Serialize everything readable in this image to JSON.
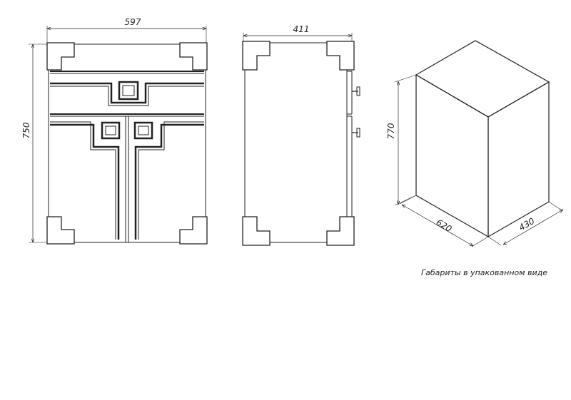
{
  "front_view": {
    "width_label": "597",
    "height_label": "750"
  },
  "side_view": {
    "depth_label": "411"
  },
  "package_view": {
    "height_label": "770",
    "width_label": "620",
    "depth_label": "430"
  },
  "caption": "Габариты в упакованном виде",
  "colors": {
    "line": "#222222",
    "fill": "#ffffff"
  }
}
